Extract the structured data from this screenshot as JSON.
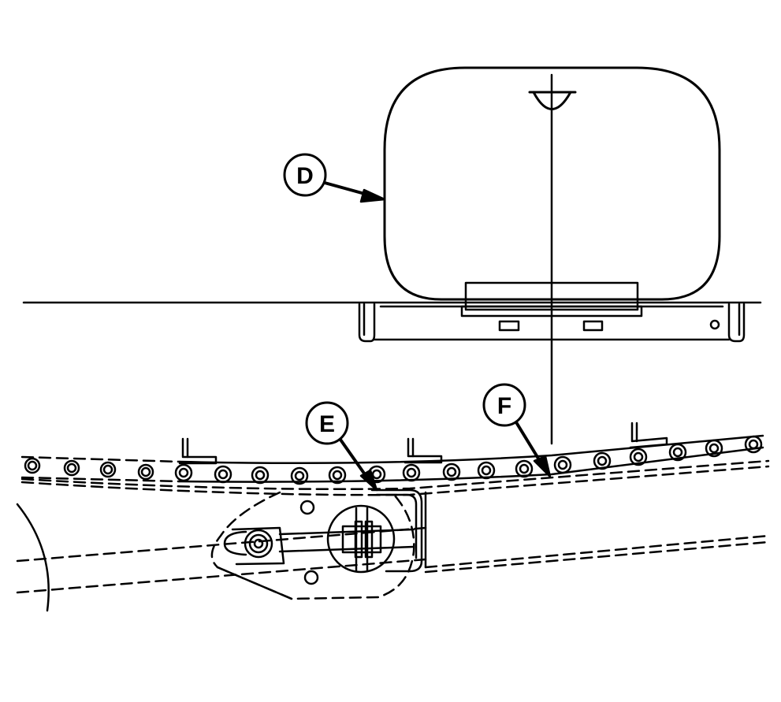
{
  "diagram": {
    "type": "technical-line-drawing",
    "background": "#ffffff",
    "line_color": "#000000",
    "callouts": [
      {
        "id": "D",
        "label": "D",
        "target": "tank / housing outline"
      },
      {
        "id": "E",
        "label": "E",
        "target": "tensioner bracket at chain"
      },
      {
        "id": "F",
        "label": "F",
        "target": "roller chain"
      }
    ]
  }
}
